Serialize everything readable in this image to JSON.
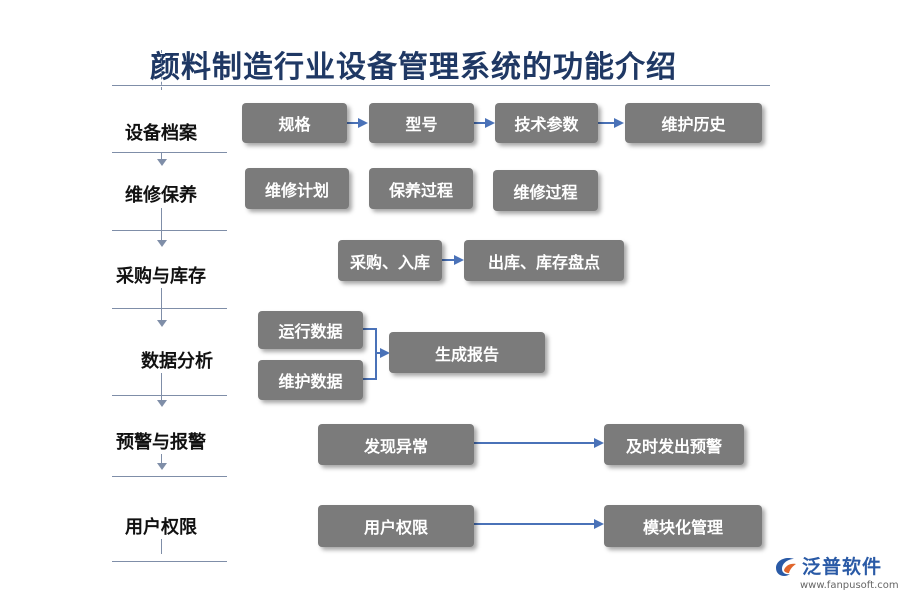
{
  "title": "颜料制造行业设备管理系统的功能介绍",
  "categories": [
    {
      "label": "设备档案"
    },
    {
      "label": "维修保养"
    },
    {
      "label": "采购与库存"
    },
    {
      "label": "数据分析"
    },
    {
      "label": "预警与报警"
    },
    {
      "label": "用户权限"
    }
  ],
  "rows": {
    "equipment_archive": [
      "规格",
      "型号",
      "技术参数",
      "维护历史"
    ],
    "maintenance": [
      "维修计划",
      "保养过程",
      "维修过程"
    ],
    "purchase_inventory": [
      "采购、入库",
      "出库、库存盘点"
    ],
    "data_analysis": {
      "inputs": [
        "运行数据",
        "维护数据"
      ],
      "output": "生成报告"
    },
    "warning": [
      "发现异常",
      "及时发出预警"
    ],
    "permissions": [
      "用户权限",
      "模块化管理"
    ]
  },
  "logo": {
    "name": "泛普软件",
    "url": "www.fanpusoft.com",
    "icon": "fanpu-logo-icon"
  },
  "colors": {
    "title": "#1f3864",
    "box": "#7b7b7b",
    "arrow": "#4a72b8",
    "rule": "#7f8ea8"
  }
}
